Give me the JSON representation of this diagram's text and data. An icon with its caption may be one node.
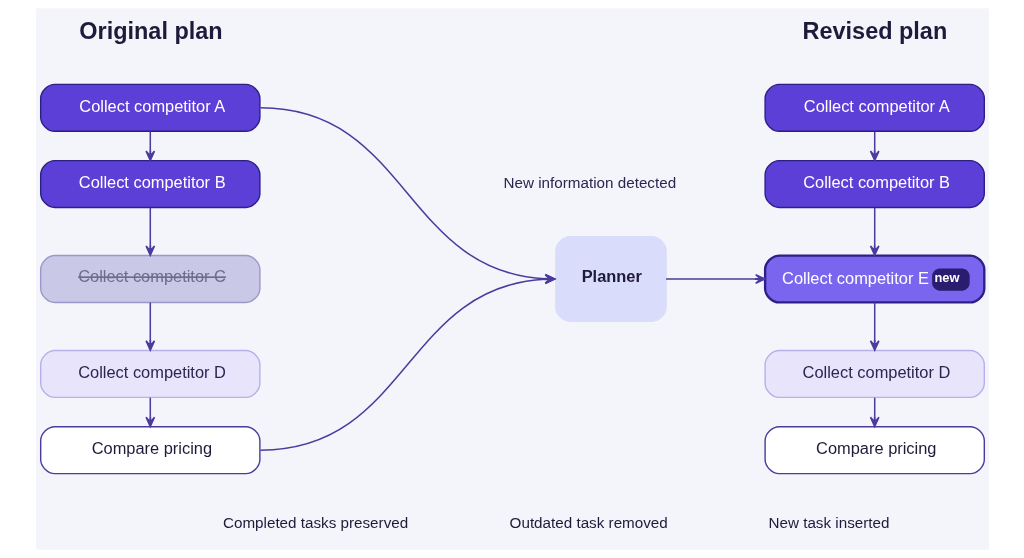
{
  "diagram": {
    "nodes": [
      {
        "text": [
          "Collect competitor A"
        ]
      },
      {
        "text": [
          "Collect competitor B"
        ]
      },
      {
        "text": [
          "Collect competitor C"
        ]
      },
      {
        "text": [
          "Collect competitor D"
        ]
      },
      {
        "text": [
          "Compare pricing"
        ]
      },
      {
        "text": [
          "Planner"
        ],
        "beside": [
          "New information detected"
        ]
      },
      {
        "text": [
          "Collect competitor A"
        ]
      },
      {
        "text": [
          "Collect competitor B"
        ]
      },
      {
        "text": [
          "Collect competitor E",
          "new"
        ]
      },
      {
        "text": [
          "Collect competitor D"
        ]
      },
      {
        "text": [
          "Compare pricing"
        ]
      }
    ],
    "edges": [
      {
        "from": 0,
        "to": 1,
        "arrow": "to"
      },
      {
        "from": 1,
        "to": 2,
        "arrow": "to"
      },
      {
        "from": 2,
        "to": 3,
        "arrow": "to"
      },
      {
        "from": 3,
        "to": 4,
        "arrow": "to"
      },
      {
        "from": 0,
        "to": 5,
        "arrow": "to"
      },
      {
        "from": 4,
        "to": 5,
        "arrow": "to"
      },
      {
        "from": 5,
        "to": 8,
        "arrow": "to"
      },
      {
        "from": 6,
        "to": 7,
        "arrow": "to"
      },
      {
        "from": 7,
        "to": 8,
        "arrow": "to"
      },
      {
        "from": 8,
        "to": 9,
        "arrow": "to"
      },
      {
        "from": 9,
        "to": 10,
        "arrow": "to"
      }
    ],
    "labels": [
      "Original plan",
      "Revised plan"
    ],
    "legend": [
      {
        "text": "Completed tasks preserved"
      },
      {
        "text": "Outdated task removed"
      },
      {
        "text": "New task inserted"
      }
    ]
  }
}
